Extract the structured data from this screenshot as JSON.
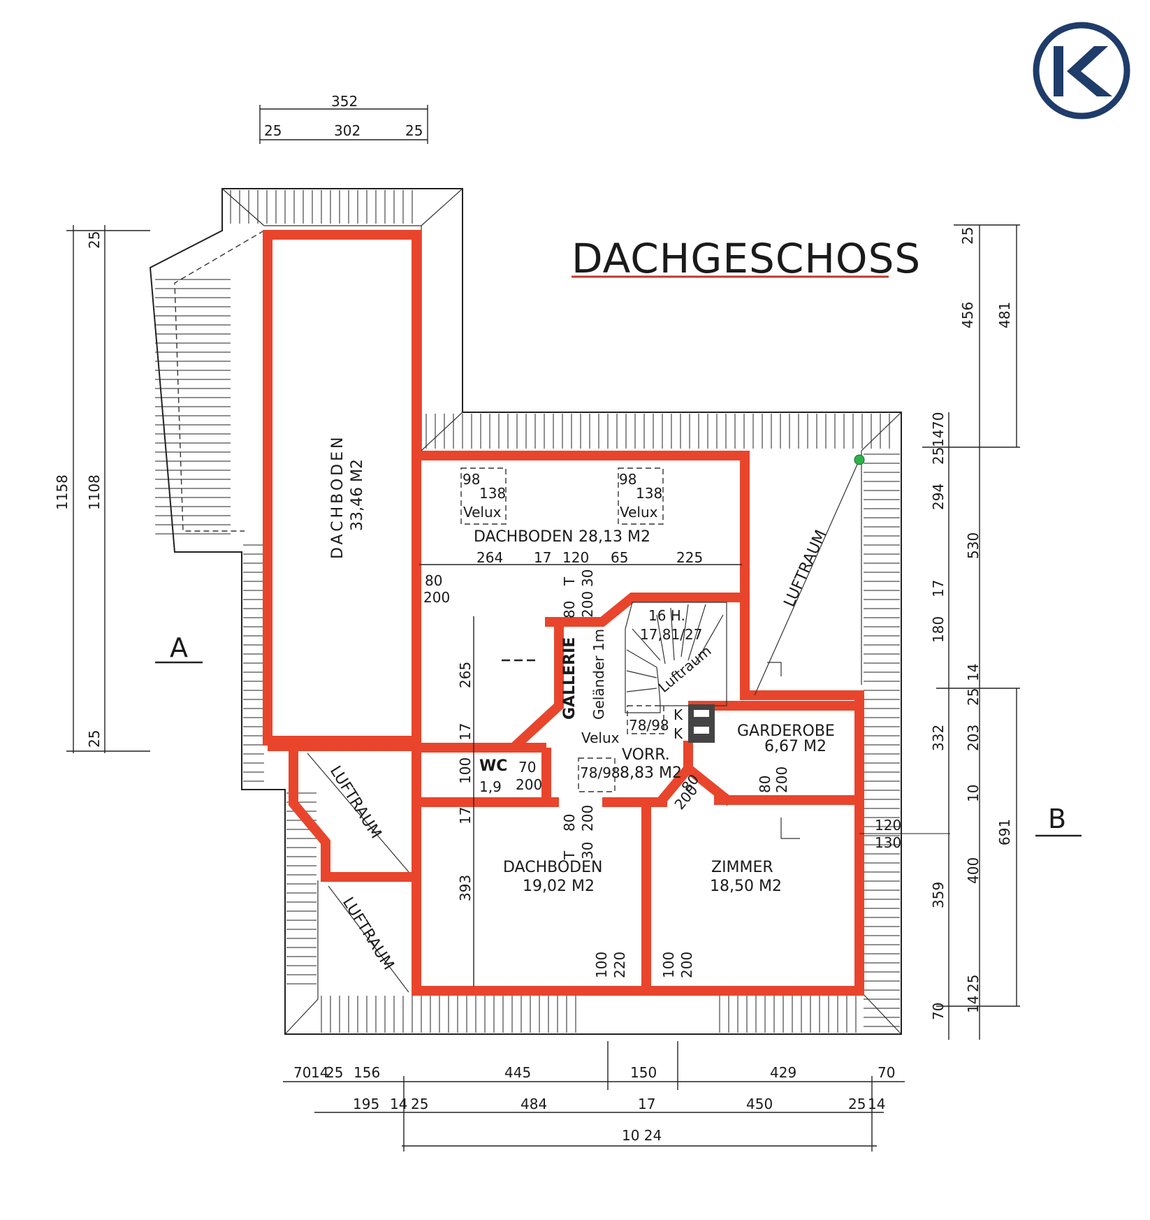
{
  "plan": {
    "title": "DACHGESCHOSS",
    "section_labels": [
      "A",
      "B"
    ],
    "logo_letter": "K",
    "colors": {
      "wall": "#e8452c",
      "line": "#1a1a1a",
      "logo": "#1f3c6a",
      "marker": "#2bb34a"
    },
    "rooms": {
      "dachboden_left": {
        "name": "DACHBODEN",
        "area": "33,46 M2"
      },
      "dachboden_top": {
        "name": "DACHBODEN",
        "area": "28,13 M2"
      },
      "dachboden_bottom": {
        "name": "DACHBODEN",
        "area": "19,02 M2"
      },
      "zimmer": {
        "name": "ZIMMER",
        "area": "18,50 M2"
      },
      "garderobe": {
        "name": "GARDEROBE",
        "area": "6,67 M2"
      },
      "vorr": {
        "name": "VORR.",
        "area": "8,83 M2"
      },
      "wc": {
        "name": "WC",
        "area": "1,9"
      },
      "gallerie": "GALLERIE",
      "gelaender": "Geländer 1m",
      "luftraum": "LUFTRAUM",
      "luftraum_small": "Luftraum",
      "stairs": {
        "steps": "16 H.",
        "ratio": "17,81/27"
      }
    },
    "windows": {
      "velux_top_1": {
        "size_a": "98",
        "size_b": "138",
        "label": "Velux"
      },
      "velux_top_2": {
        "size_a": "98",
        "size_b": "138",
        "label": "Velux"
      },
      "velux_hall": "Velux",
      "velux_hall_size_1": "78/98",
      "velux_hall_size_2": "78/98"
    },
    "openings": {
      "door_80_200": [
        "80",
        "200"
      ],
      "door_t_200_30": [
        "T",
        "200",
        "30"
      ],
      "door_80": "80",
      "door_wc": [
        "70",
        "200"
      ],
      "door_bottom": [
        "80",
        "200",
        "T",
        "30"
      ],
      "door_garderobe": [
        "80",
        "200"
      ],
      "door_vorr": [
        "80",
        "200"
      ],
      "win_dachboden": [
        "100",
        "220"
      ],
      "win_zimmer": [
        "100",
        "200"
      ],
      "win_right": [
        "120",
        "130"
      ],
      "kamin": [
        "K",
        "K"
      ]
    },
    "dims_top": {
      "total": "352",
      "a": "25",
      "b": "302",
      "c": "25"
    },
    "dims_inner_top": [
      "264",
      "17",
      "120",
      "65",
      "225"
    ],
    "dims_inner_vertical": [
      "265",
      "17",
      "100",
      "17",
      "393"
    ],
    "dims_left": {
      "total": "1158",
      "inner": "1108",
      "top": "25",
      "bottom": "25"
    },
    "dims_right_outer": [
      "25",
      "456",
      "481",
      "70",
      "25",
      "14",
      "294",
      "530",
      "17",
      "180",
      "14",
      "25",
      "332",
      "203",
      "10",
      "691",
      "400",
      "359",
      "25",
      "14",
      "70"
    ],
    "dims_bottom_row1": [
      "70",
      "14",
      "25",
      "156",
      "445",
      "150",
      "429",
      "70"
    ],
    "dims_bottom_row2": [
      "195",
      "14",
      "25",
      "484",
      "17",
      "450",
      "25",
      "14"
    ],
    "dims_bottom_total": "10 24"
  }
}
